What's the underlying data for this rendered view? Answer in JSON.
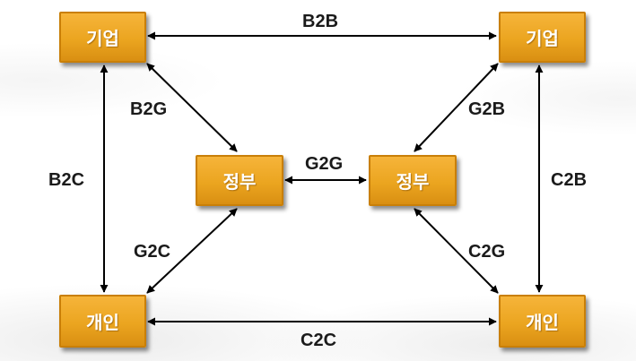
{
  "nodes": {
    "top_left": "기업",
    "top_right": "기업",
    "mid_left": "정부",
    "mid_right": "정부",
    "bottom_left": "개인",
    "bottom_right": "개인"
  },
  "edges": {
    "top": "B2B",
    "top_left_diag": "B2G",
    "top_right_diag": "G2B",
    "left": "B2C",
    "middle": "G2G",
    "right": "C2B",
    "bottom_left_diag": "G2C",
    "bottom_right_diag": "C2G",
    "bottom": "C2C"
  },
  "colors": {
    "box_fill": "#eba520",
    "box_border": "#c97f08",
    "box_text": "#ffffff",
    "arrow": "#000000",
    "label_text": "#1a1a1a"
  }
}
